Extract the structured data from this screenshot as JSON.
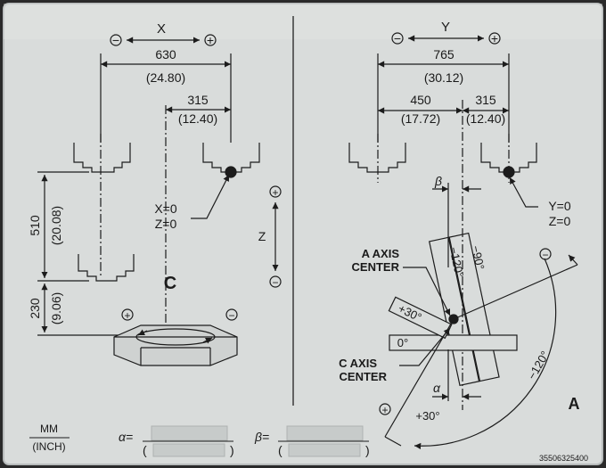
{
  "colors": {
    "plate": "#d9dcdb",
    "plate_edge": "#b7bbbb",
    "ink": "#1c1c1c",
    "line": "#3a3a3a"
  },
  "left_panel": {
    "axis_label": "X",
    "minus": "−",
    "plus": "+",
    "dim_top_mm": "630",
    "dim_top_inch": "(24.80)",
    "dim_mid_mm": "315",
    "dim_mid_inch": "(12.40)",
    "dim_vert1_mm": "510",
    "dim_vert1_inch": "(20.08)",
    "dim_vert2_mm": "230",
    "dim_vert2_inch": "(9.06)",
    "origin_line1": "X=0",
    "origin_line2": "Z=0",
    "table_label": "C",
    "table_plus": "+",
    "table_minus": "−",
    "z_axis_label": "Z",
    "z_plus": "+",
    "z_minus": "−"
  },
  "right_panel": {
    "axis_label": "Y",
    "minus": "−",
    "plus": "+",
    "dim_top_mm": "765",
    "dim_top_inch": "(30.12)",
    "dim_left_mm": "450",
    "dim_left_inch": "(17.72)",
    "dim_right_mm": "315",
    "dim_right_inch": "(12.40)",
    "origin_line1": "Y=0",
    "origin_line2": "Z=0",
    "beta_symbol": "β",
    "alpha_symbol": "α",
    "a_axis_center": [
      "A AXIS",
      "CENTER"
    ],
    "c_axis_center": [
      "C AXIS",
      "CENTER"
    ],
    "angle_plus30_top": "+30°",
    "angle_zero": "0°",
    "angle_minus120_tilt": "−120°",
    "angle_minus90": "−90°",
    "angle_minus120_arc": "−120°",
    "angle_plus30_bottom": "+30°",
    "arc_minus": "−",
    "arc_plus": "+",
    "axis_letter": "A"
  },
  "footer": {
    "unit_mm": "MM",
    "unit_inch": "(INCH)",
    "alpha_eq": "α=",
    "beta_eq": "β=",
    "paren_close": ")",
    "paren_open": "(",
    "part_number": "35506325400"
  }
}
